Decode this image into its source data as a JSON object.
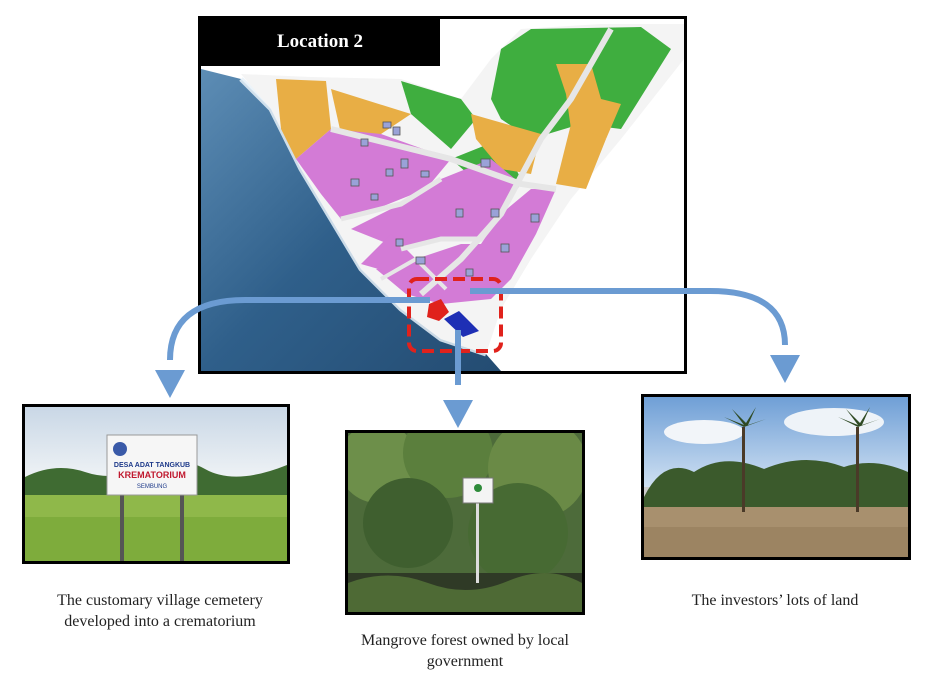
{
  "map": {
    "title": "Location 2",
    "colors": {
      "sea": "#2f5f8a",
      "residential": "#d37bd6",
      "commercial": "#e8ae45",
      "green": "#3fae3f",
      "road": "#e6e6e6",
      "highlight": "#e0221c",
      "mangrove_zone": "#1e2fb5",
      "arrow": "#6b9bd2"
    }
  },
  "photos": [
    {
      "id": "cemetery",
      "caption_lines": [
        "The customary village cemetery",
        "developed into a crematorium"
      ],
      "sign_text": [
        "DESA ADAT TANGKUB",
        "KREMATORIUM",
        "SEMBUNG"
      ]
    },
    {
      "id": "mangrove",
      "caption_lines": [
        "Mangrove forest owned by local",
        "government"
      ]
    },
    {
      "id": "investor",
      "caption_lines": [
        "The investors’ lots of land"
      ]
    }
  ]
}
